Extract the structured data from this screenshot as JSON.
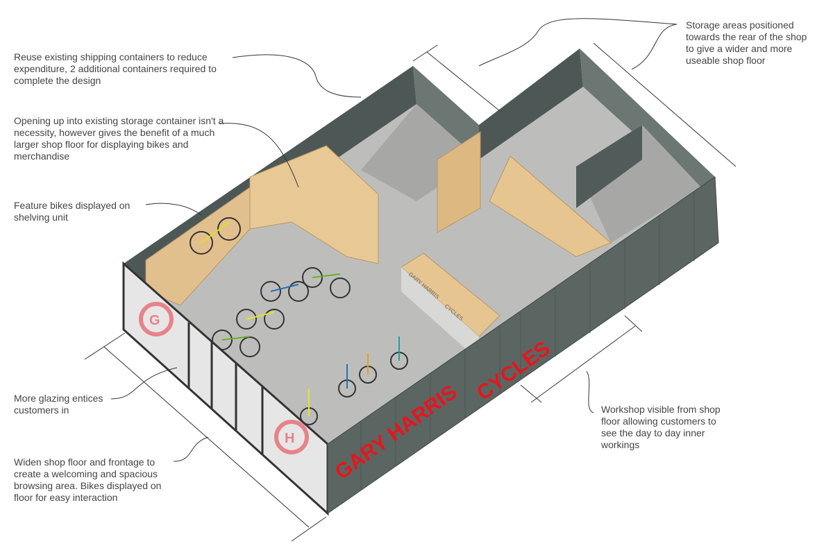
{
  "annotations": {
    "reuse_containers": "Reuse existing shipping containers to reduce expenditure, 2 additional containers required to complete the design",
    "opening_storage": "Opening up into existing storage container isn't a necessity, however gives the benefit of a much larger shop floor for displaying bikes and merchandise",
    "feature_bikes": "Feature bikes displayed on shelving unit",
    "glazing": "More glazing entices customers in",
    "widen_floor": "Widen shop floor and frontage to create a welcoming and spacious browsing area. Bikes displayed on floor for easy interaction",
    "storage_rear": "Storage areas positioned towards the rear of the shop to give a wider and more useable shop floor",
    "workshop": "Workshop visible from shop floor allowing customers to see the day to day inner workings"
  },
  "signage": {
    "wall_line1": "GARY HARRIS",
    "wall_line2": "CYCLES",
    "logo": "GH",
    "counter_line1": "GARY HARRIS",
    "counter_line2": "CYCLES"
  },
  "colors": {
    "container": "#5b6663",
    "floor": "#b9bab8",
    "wood": "#e2c08e",
    "brand_red": "#e8141c"
  }
}
